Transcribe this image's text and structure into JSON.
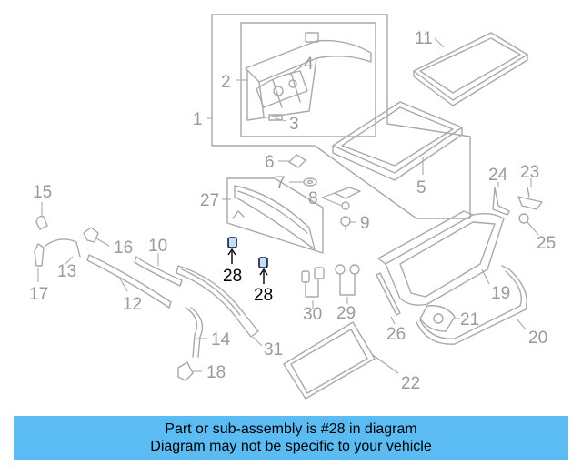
{
  "callouts": {
    "c1": "1",
    "c2": "2",
    "c3": "3",
    "c4": "4",
    "c5": "5",
    "c6": "6",
    "c7": "7",
    "c8": "8",
    "c9": "9",
    "c10": "10",
    "c11": "11",
    "c12": "12",
    "c13": "13",
    "c14": "14",
    "c15": "15",
    "c16": "16",
    "c17": "17",
    "c18": "18",
    "c19": "19",
    "c20": "20",
    "c21": "21",
    "c22": "22",
    "c23": "23",
    "c24": "24",
    "c25": "25",
    "c26": "26",
    "c27": "27",
    "c28a": "28",
    "c28b": "28",
    "c29": "29",
    "c30": "30",
    "c31": "31"
  },
  "highlighted_part": "28",
  "colors": {
    "banner": "#5bbcf3",
    "line": "#a9a9a9",
    "highlight": "#000000"
  },
  "banner": {
    "line1": "Part or sub-assembly is #28 in diagram",
    "line2": "Diagram may not be specific to your vehicle"
  }
}
